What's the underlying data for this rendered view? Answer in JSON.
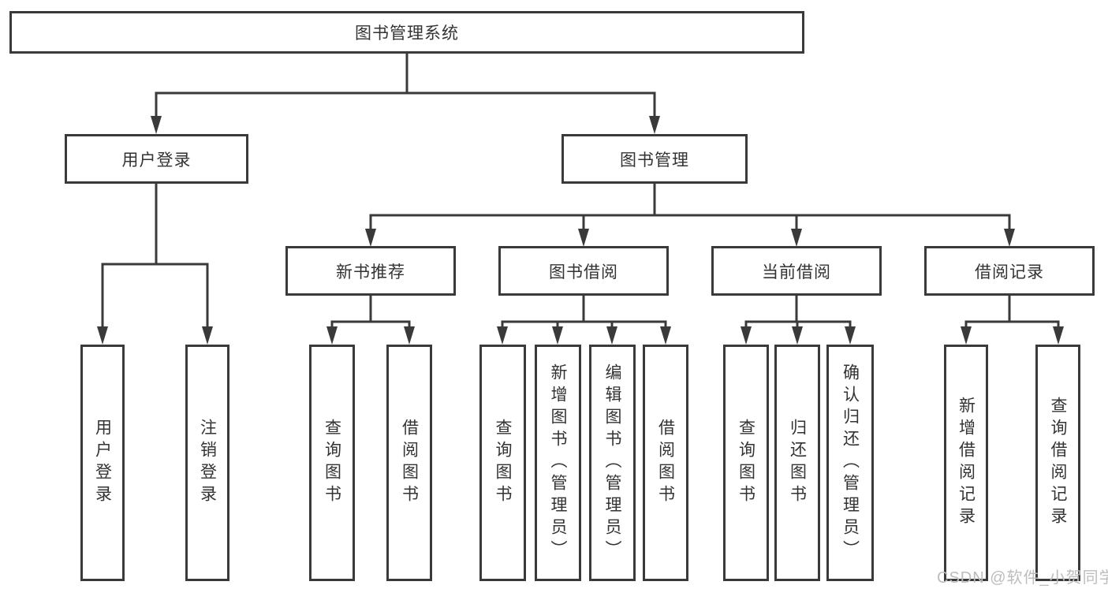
{
  "tree": {
    "label": "图书管理系统",
    "children": [
      {
        "label": "用户登录",
        "children": [
          {
            "label": "用户登录"
          },
          {
            "label": "注销登录"
          }
        ]
      },
      {
        "label": "图书管理",
        "children": [
          {
            "label": "新书推荐",
            "children": [
              {
                "label": "查询图书"
              },
              {
                "label": "借阅图书"
              }
            ]
          },
          {
            "label": "图书借阅",
            "children": [
              {
                "label": "查询图书"
              },
              {
                "label": "新增图书（管理员）"
              },
              {
                "label": "编辑图书（管理员）"
              },
              {
                "label": "借阅图书"
              }
            ]
          },
          {
            "label": "当前借阅",
            "children": [
              {
                "label": "查询图书"
              },
              {
                "label": "归还图书"
              },
              {
                "label": "确认归还（管理员）"
              }
            ]
          },
          {
            "label": "借阅记录",
            "children": [
              {
                "label": "新增借阅记录"
              },
              {
                "label": "查询借阅记录"
              }
            ]
          }
        ]
      }
    ]
  },
  "watermark": {
    "text": "CSDN @软件_小贺同学"
  },
  "colors": {
    "line": "#3a3a3a",
    "box_border": "#3a3a3a",
    "box_background": "#ffffff",
    "text": "#333333",
    "watermark": "#bdbdbd",
    "background": "#ffffff"
  }
}
